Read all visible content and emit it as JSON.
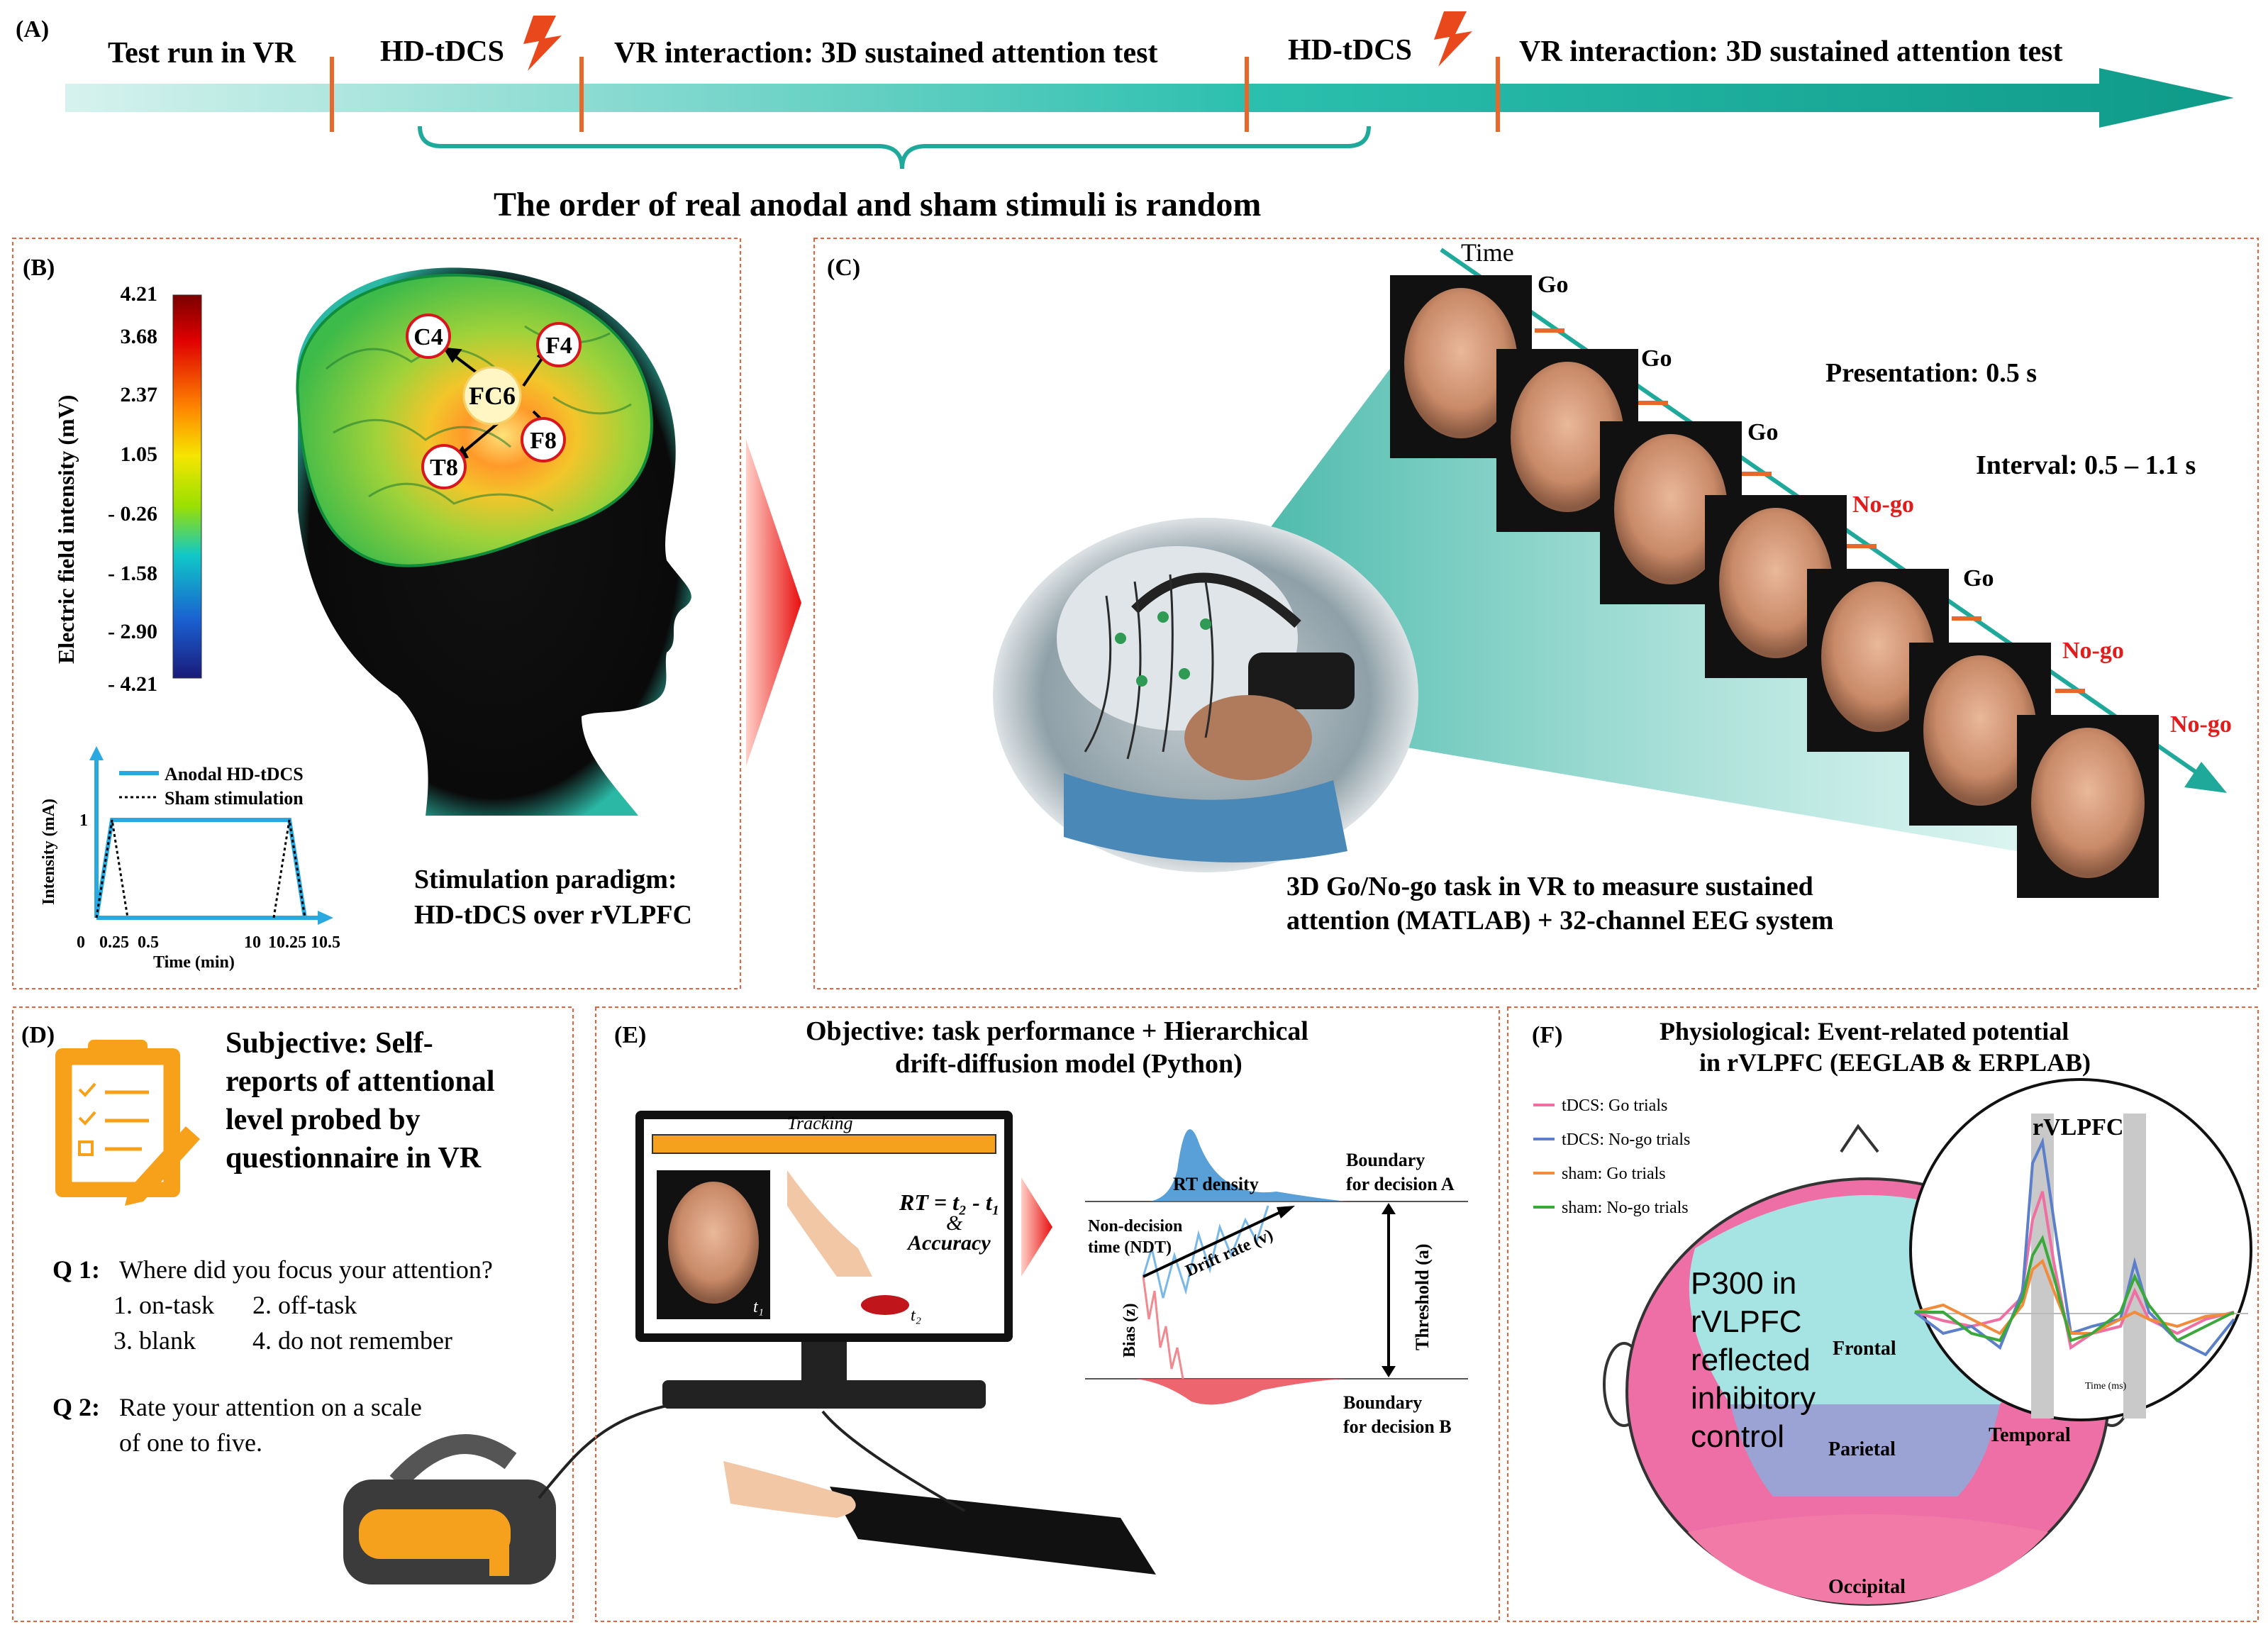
{
  "panels": {
    "a": {
      "label": "(A)",
      "stages": [
        "Test run in VR",
        "HD-tDCS",
        "VR interaction: 3D sustained attention test",
        "HD-tDCS",
        "VR interaction: 3D sustained attention test"
      ],
      "note": "The order of real anodal and sham stimuli is random"
    },
    "b": {
      "label": "(B)",
      "colorbar_title": "Electric field intensity (mV)",
      "colorbar_ticks": [
        "4.21",
        "3.68",
        "2.37",
        "1.05",
        "- 0.26",
        "- 1.58",
        "- 2.90",
        "- 4.21"
      ],
      "electrodes": [
        "C4",
        "F4",
        "FC6",
        "F8",
        "T8"
      ],
      "waveform": {
        "ylabel": "Intensity (mA)",
        "xlabel": "Time (min)",
        "y_tick": "1",
        "x_ticks": [
          "0",
          "0.25",
          "0.5",
          "10",
          "10.25",
          "10.5"
        ],
        "legend": [
          "Anodal HD-tDCS",
          "Sham stimulation"
        ]
      },
      "caption": [
        "Stimulation paradigm:",
        "HD-tDCS over rVLPFC"
      ]
    },
    "c": {
      "label": "(C)",
      "time_label": "Time",
      "trials": [
        "Go",
        "Go",
        "Go",
        "No-go",
        "Go",
        "No-go",
        "No-go"
      ],
      "presentation": "Presentation: 0.5 s",
      "interval": "Interval: 0.5 – 1.1 s",
      "caption": [
        "3D Go/No-go task in VR to measure sustained",
        "attention (MATLAB) + 32-channel EEG system"
      ]
    },
    "d": {
      "label": "(D)",
      "title": [
        "Subjective: Self-",
        "reports of attentional",
        "level probed by",
        "questionnaire in VR"
      ],
      "q1_prefix": "Q 1:",
      "q1_text": "Where did you focus your attention?",
      "q1_options": [
        "1. on-task",
        "2. off-task",
        "3. blank",
        "4. do not remember"
      ],
      "q2_prefix": "Q 2:",
      "q2_text": [
        "Rate your attention on a scale",
        "of one to five."
      ]
    },
    "e": {
      "label": "(E)",
      "title": [
        "Objective: task performance + Hierarchical",
        "drift-diffusion model (Python)"
      ],
      "tracking": "Tracking",
      "rt_formula": "RT = t₂ - t₁",
      "amp": "&",
      "accuracy": "Accuracy",
      "t1": "t₁",
      "t2": "t₂",
      "rt_density": "RT density",
      "boundary_a": [
        "Boundary",
        "for decision A"
      ],
      "boundary_b": [
        "Boundary",
        "for decision B"
      ],
      "ndt": [
        "Non-decision",
        "time (NDT)"
      ],
      "drift": "Drift rate (v)",
      "threshold": "Threshold (a)",
      "bias": "Bias (z)"
    },
    "f": {
      "label": "(F)",
      "title": [
        "Physiological: Event-related potential",
        "in rVLPFC (EEGLAB & ERPLAB)"
      ],
      "legend": [
        "tDCS: Go trials",
        "tDCS: No-go trials",
        "sham: Go trials",
        "sham: No-go trials"
      ],
      "regions": [
        "Frontal",
        "Parietal",
        "Temporal",
        "Occipital"
      ],
      "inset_title": "rVLPFC",
      "inset_xlabel": "Time (ms)",
      "p300_note": [
        "P300 in",
        "rVLPFC",
        "reflected",
        "inhibitory",
        "control"
      ]
    }
  },
  "colors": {
    "teal": "#1fa99a",
    "orange_marker": "#e8682c",
    "frame": "#e8603c",
    "nogo_red": "#e21b1b",
    "tdcs_go": "#f06fa2",
    "tdcs_nogo": "#5b7fc9",
    "sham_go": "#f28b3c",
    "sham_nogo": "#3aa83a"
  }
}
